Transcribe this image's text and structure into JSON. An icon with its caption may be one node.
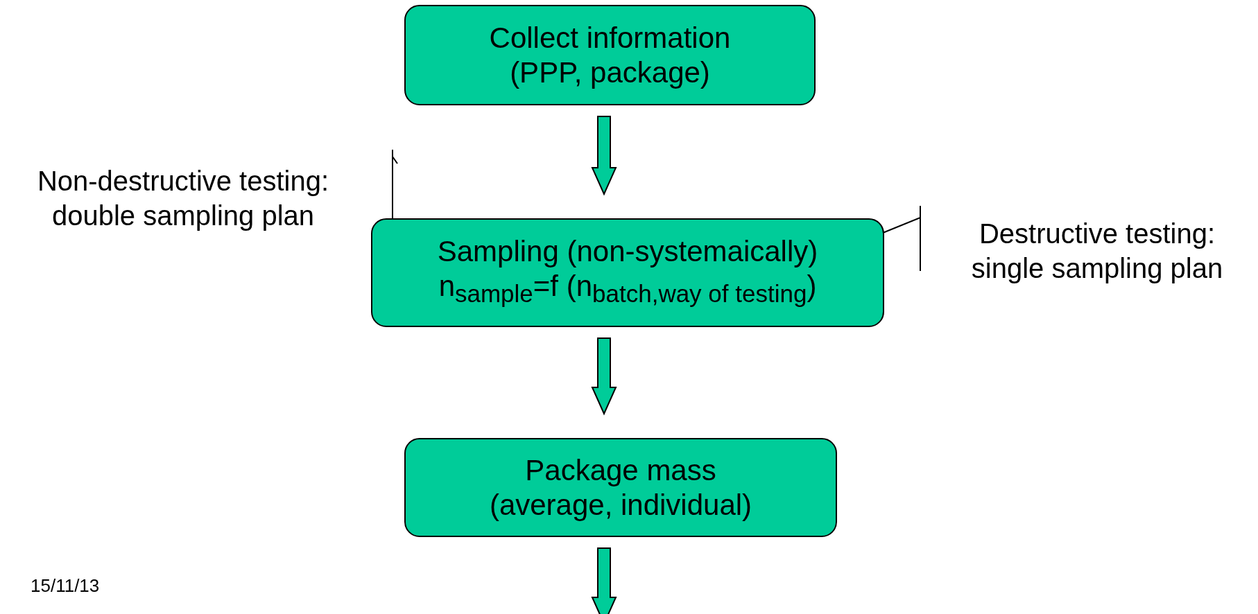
{
  "diagram": {
    "nodes": [
      {
        "text": [
          "Collect information (PPP, package)"
        ]
      },
      {
        "text": [
          "Sampling (non-systemaically) n$_{sample}$=f (n$_{batch,way of testing}$)"
        ]
      },
      {
        "text": [
          "Package mass (average, individual)"
        ]
      }
    ],
    "edges": [
      {
        "from": 0,
        "to": 1,
        "arrow": "to"
      },
      {
        "from": 1,
        "to": 2,
        "arrow": "to"
      },
      {
        "from": 2,
        "to": null,
        "arrow": "to"
      },
      {
        "from": null,
        "to": 1,
        "arrow": "none"
      },
      {
        "from": null,
        "to": 1,
        "arrow": "none"
      }
    ],
    "labels": [
      "Non-destructive testing: double sampling plan",
      "Destructive testing: single sampling plan",
      "15/11/13"
    ]
  }
}
